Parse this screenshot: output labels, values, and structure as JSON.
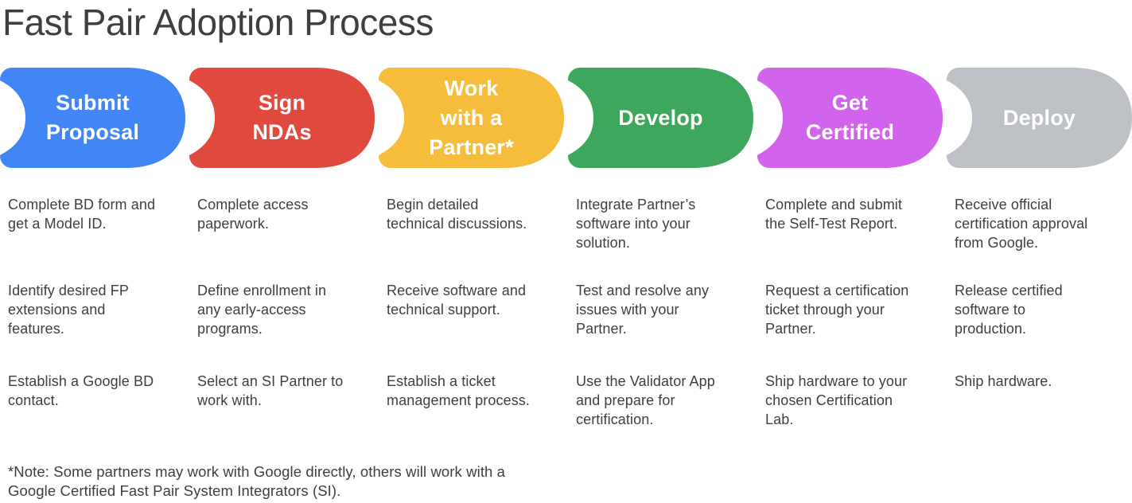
{
  "title": "Fast Pair Adoption Process",
  "colors": {
    "text": "#3C4043",
    "background": "#FFFFFF",
    "step_blue": "#4285F4",
    "step_red": "#E04A3E",
    "step_yellow": "#F6BC3C",
    "step_green": "#3DA85B",
    "step_magenta": "#D263EC",
    "step_gray": "#BDC1C6"
  },
  "steps": [
    {
      "label": "Submit\nProposal",
      "color": "#4285F4",
      "items": [
        "Complete BD form and\nget a Model ID.",
        "Identify desired FP\nextensions and\nfeatures.",
        "Establish a Google BD\ncontact."
      ]
    },
    {
      "label": "Sign\nNDAs",
      "color": "#E04A3E",
      "items": [
        "Complete access\npaperwork.",
        "Define enrollment in\nany early-access\nprograms.",
        "Select an SI Partner to\nwork with."
      ]
    },
    {
      "label": "Work\nwith a\nPartner*",
      "color": "#F6BC3C",
      "items": [
        "Begin detailed\ntechnical discussions.",
        "Receive software and\ntechnical support.",
        "Establish a ticket\nmanagement process."
      ]
    },
    {
      "label": "Develop",
      "color": "#3DA85B",
      "items": [
        "Integrate Partner’s\nsoftware into your\nsolution.",
        "Test and resolve any\nissues with your\nPartner.",
        "Use the Validator App\nand prepare for\ncertification."
      ]
    },
    {
      "label": "Get\nCertified",
      "color": "#D263EC",
      "items": [
        "Complete and submit\nthe Self-Test Report.",
        "Request a certification\nticket through your\nPartner.",
        "Ship hardware to your\nchosen Certification\nLab."
      ]
    },
    {
      "label": "Deploy",
      "color": "#BDC1C6",
      "items": [
        "Receive official\ncertification approval\nfrom Google.",
        "Release certified\nsoftware to\nproduction.",
        "Ship hardware."
      ]
    }
  ],
  "note": "*Note: Some partners may work with Google directly, others will work with a\nGoogle Certified Fast Pair System Integrators (SI)."
}
